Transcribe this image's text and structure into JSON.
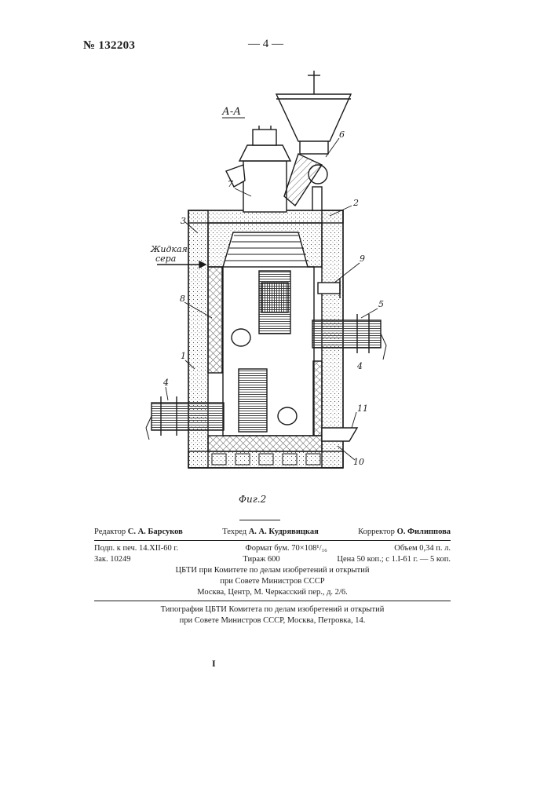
{
  "header": {
    "patent_number": "№ 132203",
    "page_marker": "— 4 —"
  },
  "drawing": {
    "section_label": "А-А",
    "figure_caption": "Фиг.2",
    "inlet_label_line1": "Жидкая",
    "inlet_label_line2": "сера",
    "callouts": {
      "c1": "1",
      "c2": "2",
      "c3": "3",
      "c4a": "4",
      "c4b": "4",
      "c5": "5",
      "c6": "6",
      "c7": "7",
      "c8": "8",
      "c9": "9",
      "c10": "10",
      "c11": "11"
    }
  },
  "credits": {
    "editor_role": "Редактор",
    "editor_name": "С. А. Барсуков",
    "techred_role": "Техред",
    "techred_name": "А. А. Кудрявицкая",
    "corrector_role": "Корректор",
    "corrector_name": "О. Филиппова"
  },
  "print_info": {
    "signed": "Подп. к печ. 14.XII-60 г.",
    "format": "Формат бум. 70×108¹/₁₆",
    "volume": "Объем 0,34 п. л.",
    "order": "Зак. 10249",
    "run": "Тираж 600",
    "price": "Цена 50 коп.; с 1.I-61 г. — 5 коп."
  },
  "publisher": {
    "line1": "ЦБТИ при Комитете по делам изобретений и открытий",
    "line2": "при Совете Министров СССР",
    "line3": "Москва, Центр, М. Черкасский пер., д. 2/6."
  },
  "printer": {
    "line1": "Типография ЦБТИ Комитета по делам изобретений и открытий",
    "line2": "при Совете Министров СССР, Москва, Петровка, 14."
  },
  "footer_mark": "I"
}
